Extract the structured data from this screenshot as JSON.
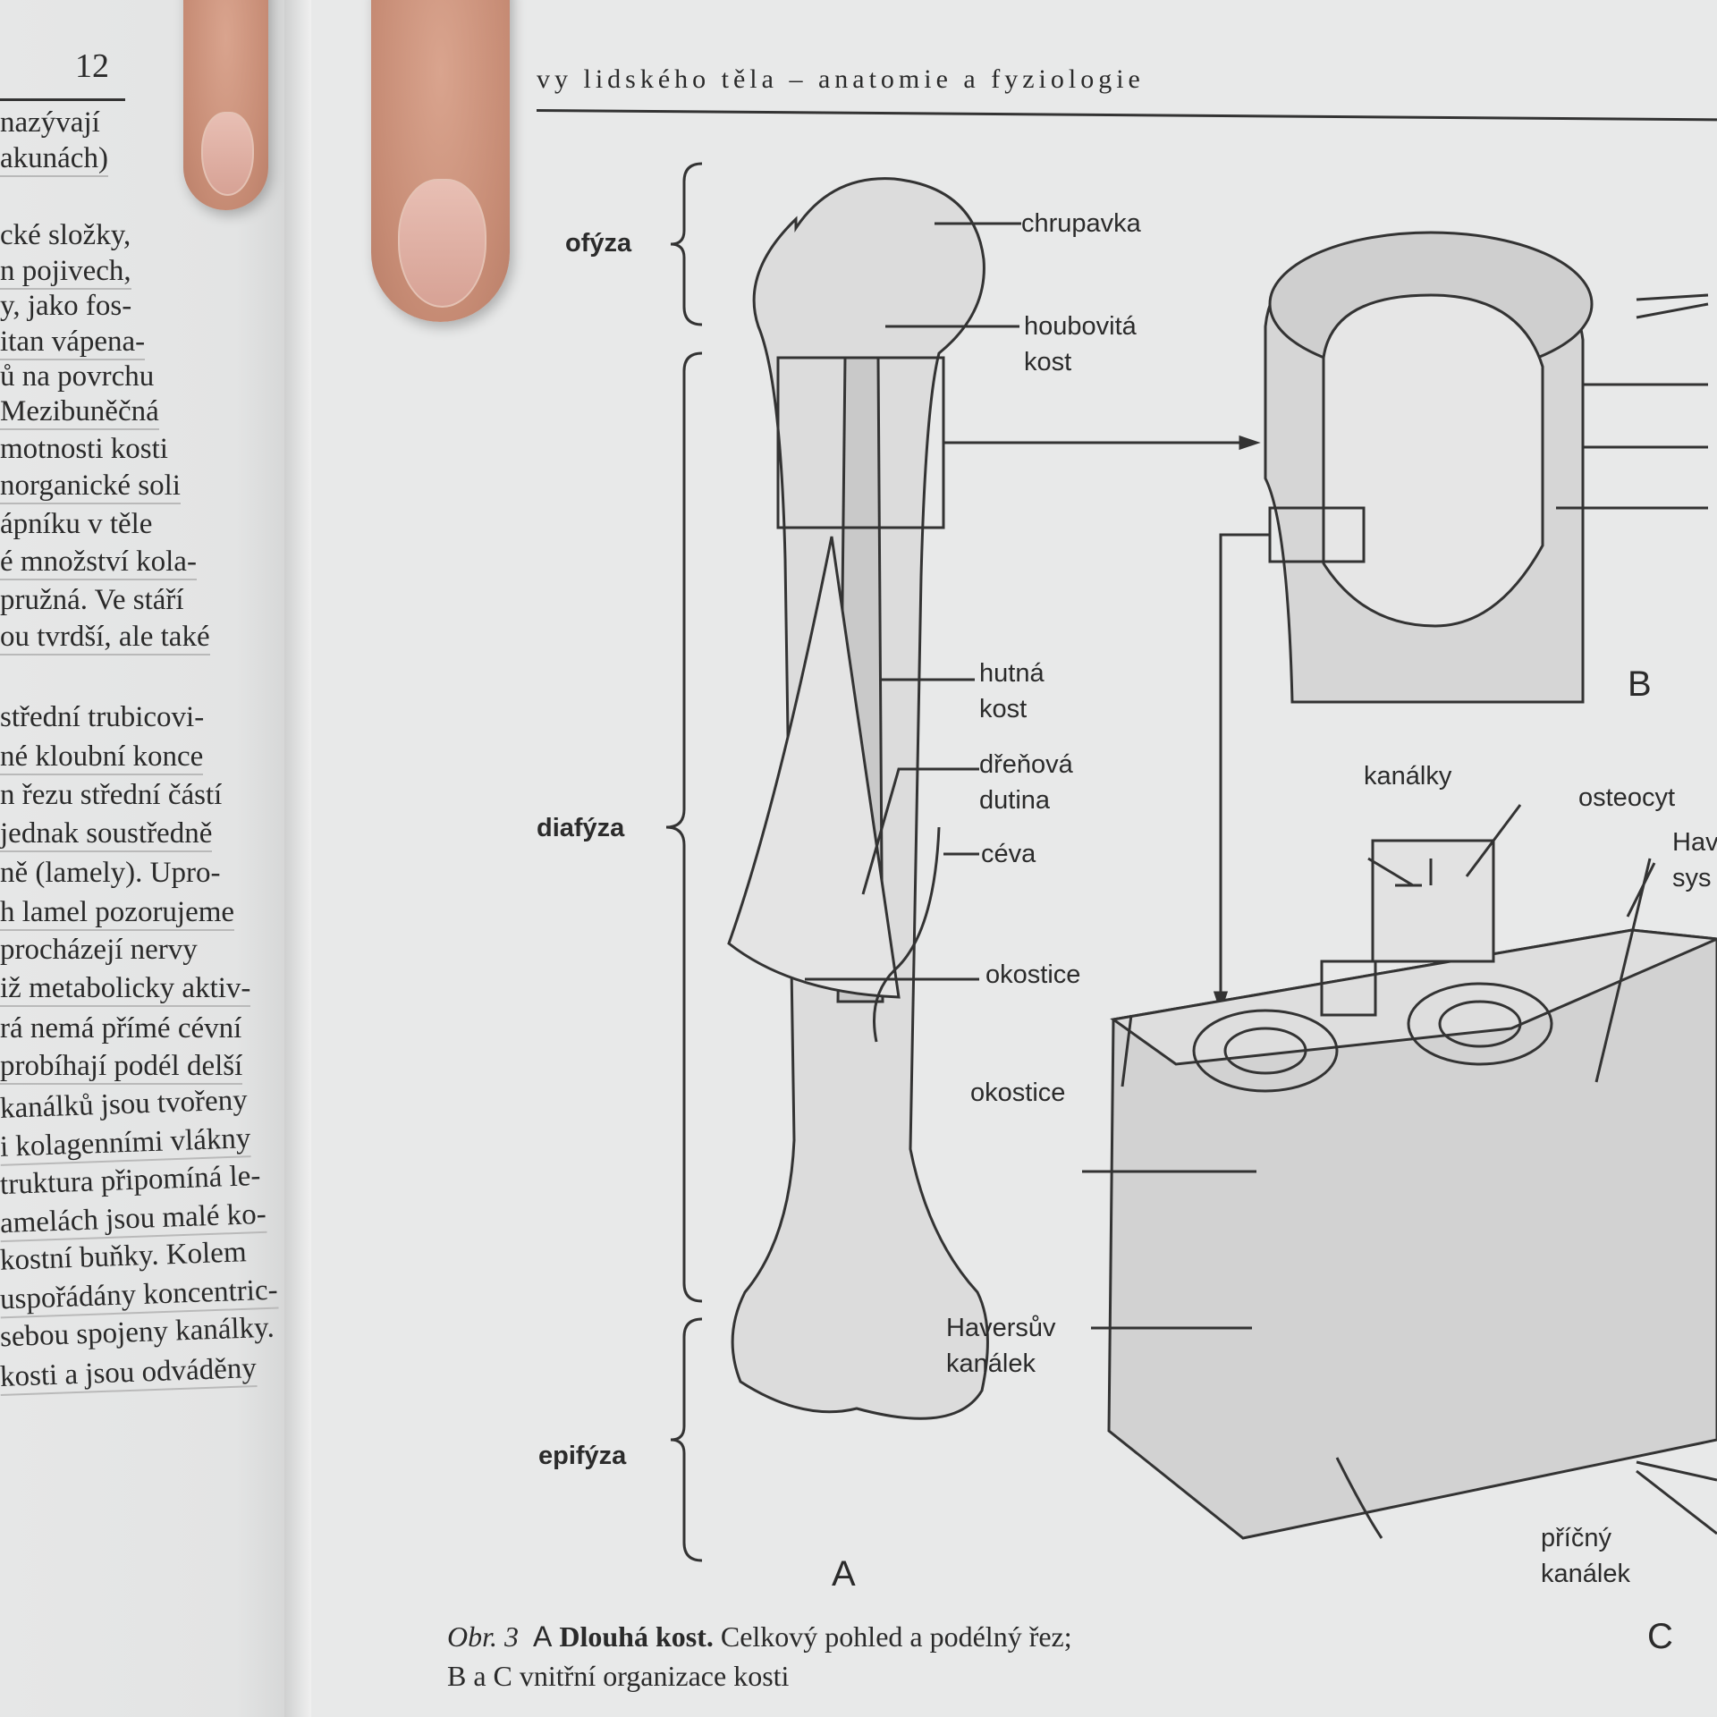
{
  "page_number": "12",
  "running_header": "vy lidského těla – anatomie a fyziologie",
  "left_column": [
    "nazývají",
    "akunách)",
    "cké složky,",
    "n pojivech,",
    "y, jako fos-",
    "itan vápena-",
    "ů na povrchu",
    "Mezibuněčná",
    "motnosti kosti",
    "norganické soli",
    "ápníku v těle",
    "é množství kola-",
    "pružná. Ve stáří",
    "ou tvrdší, ale také",
    "střední trubicovi-",
    "né kloubní konce",
    "n řezu střední částí",
    "jednak soustředně",
    "ně (lamely). Upro-",
    "h lamel pozorujeme",
    "procházejí nervy",
    "iž metabolicky aktiv-",
    "rá nemá přímé cévní",
    "probíhají podél delší",
    "kanálků jsou tvořeny",
    "i kolagenními vlákny",
    "truktura připomíná le-",
    "amelách jsou malé ko-",
    "kostní buňky. Kolem",
    "uspořádány koncentric-",
    "sebou spojeny kanálky.",
    "kosti a jsou odváděny"
  ],
  "figure": {
    "labels": {
      "epifyza_top": "ofýza",
      "diafyza": "diafýza",
      "epifyza_bottom": "epifýza",
      "chrupavka": "chrupavka",
      "houbovita_kost": [
        "houbovitá",
        "kost"
      ],
      "hutna_kost": [
        "hutná",
        "kost"
      ],
      "drenova_dutina": [
        "dřeňová",
        "dutina"
      ],
      "ceva": "céva",
      "okostice_a": "okostice",
      "okostice_c": "okostice",
      "haversuv_kanalek": [
        "Haversův",
        "kanálek"
      ],
      "kanalky": "kanálky",
      "osteocyt": "osteocyt",
      "haversuv_system_partial": [
        "Hav",
        "sys"
      ],
      "pricny_kanalek": [
        "příčný",
        "kanálek"
      ]
    },
    "panels": {
      "a": "A",
      "b": "B",
      "c": "C"
    }
  },
  "caption": {
    "prefix": "Obr. 3",
    "a": "A",
    "title": "Dlouhá kost.",
    "rest": "Celkový pohled a podélný řez;",
    "line2": "B a C vnitřní organizace kosti"
  }
}
